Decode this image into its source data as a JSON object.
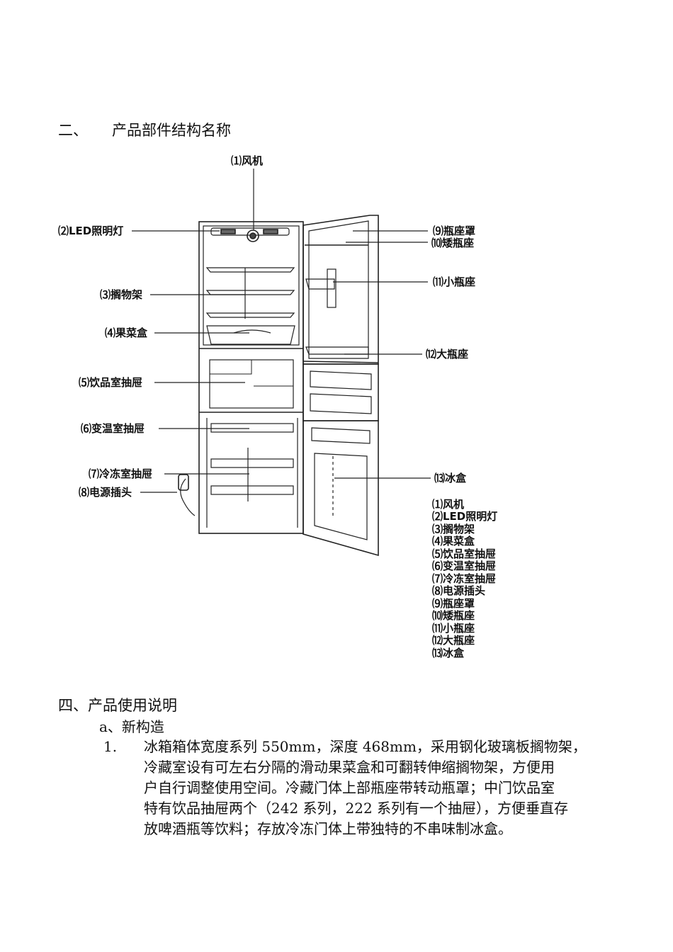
{
  "section2": {
    "num": "二、",
    "title": "产品部件结构名称"
  },
  "labels": {
    "l1": "⑴风机",
    "l2": "⑵LED照明灯",
    "l3": "⑶搁物架",
    "l4": "⑷果菜盒",
    "l5": "⑸饮品室抽屉",
    "l6": "⑹变温室抽屉",
    "l7": "⑺冷冻室抽屉",
    "l8": "⑻电源插头",
    "l9": "⑼瓶座罩",
    "l10": "⑽矮瓶座",
    "l11": "⑾小瓶座",
    "l12": "⑿大瓶座",
    "l13": "⒀冰盒"
  },
  "legend": [
    "⑴风机",
    "⑵LED照明灯",
    "⑶搁物架",
    "⑷果菜盒",
    "⑸饮品室抽屉",
    "⑹变温室抽屉",
    "⑺冷冻室抽屉",
    "⑻电源插头",
    "⑼瓶座罩",
    "⑽矮瓶座",
    "⑾小瓶座",
    "⑿大瓶座",
    "⒀冰盒"
  ],
  "section4": {
    "title": "四、产品使用说明",
    "subhead": "a、新构造",
    "item_num": "1.",
    "lines": [
      "冰箱箱体宽度系列 550mm，深度 468mm，采用钢化玻璃板搁物架，",
      "冷藏室设有可左右分隔的滑动果菜盒和可翻转伸缩搁物架，方便用",
      "户自行调整使用空间。冷藏门体上部瓶座带转动瓶罩；中门饮品室",
      "特有饮品抽屉两个（242 系列，222 系列有一个抽屉），方便垂直存",
      "放啤酒瓶等饮料；存放冷冻门体上带独特的不串味制冰盒。"
    ]
  }
}
